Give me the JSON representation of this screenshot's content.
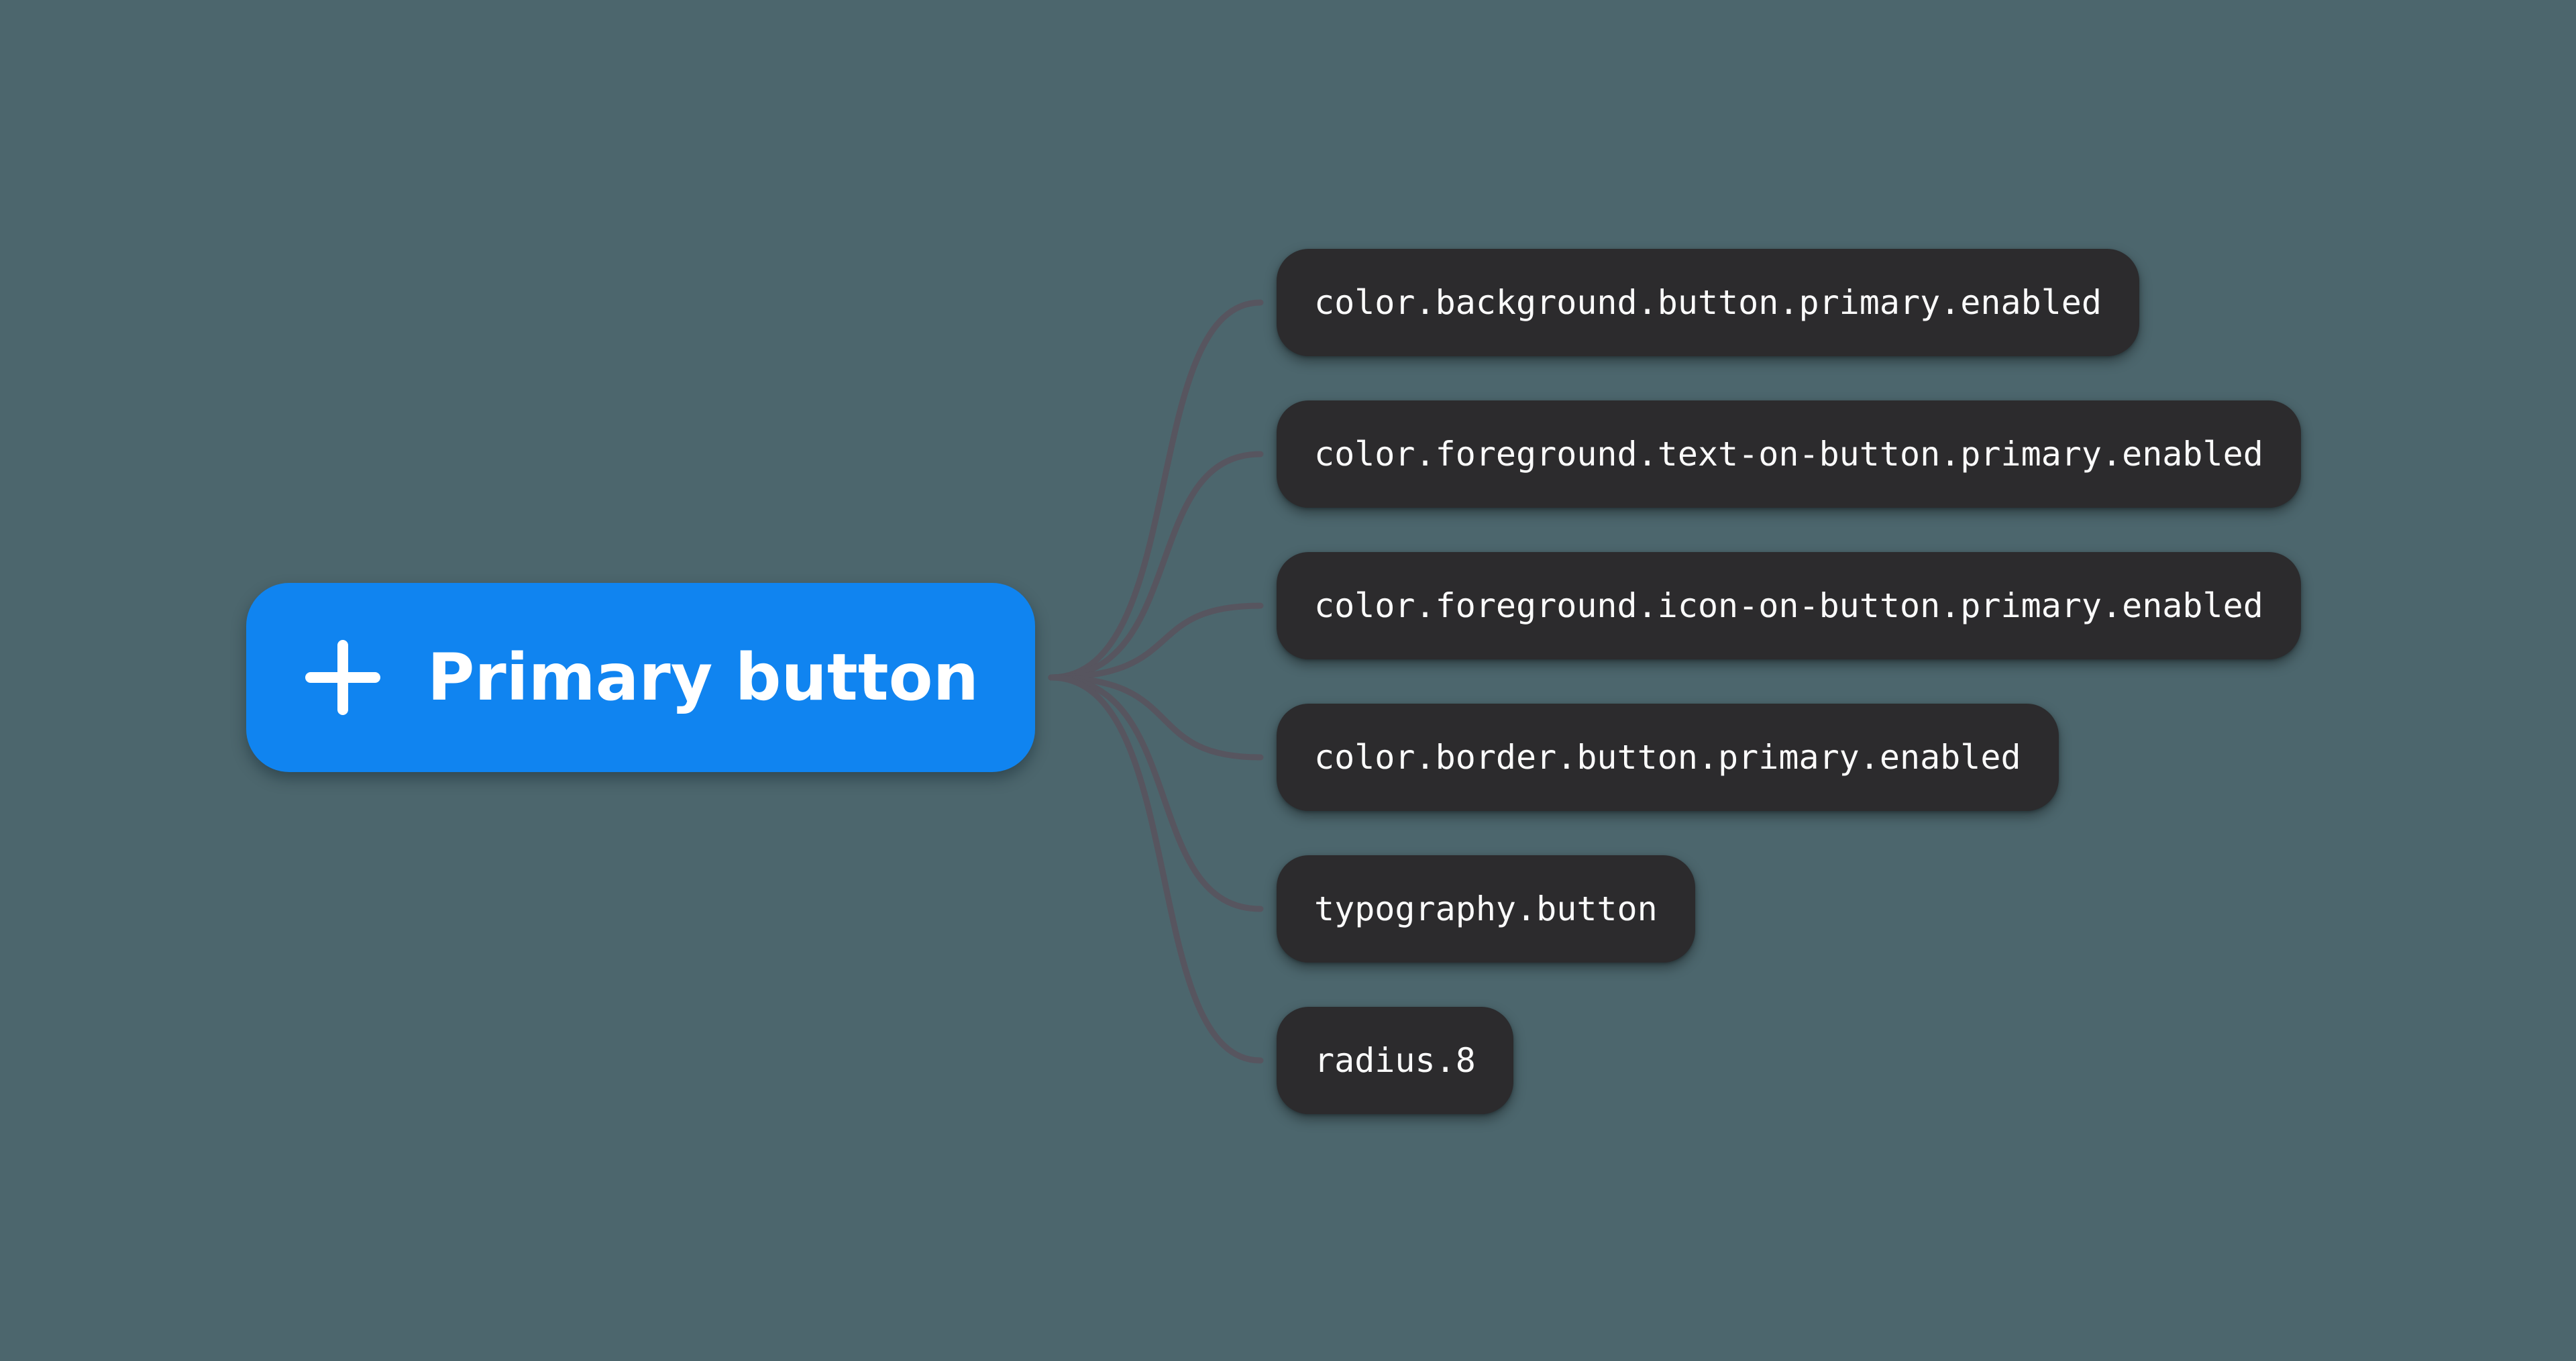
{
  "root": {
    "label": "Primary button",
    "icon": "plus-icon"
  },
  "tokens": [
    {
      "label": "color.background.button.primary.enabled"
    },
    {
      "label": "color.foreground.text-on-button.primary.enabled"
    },
    {
      "label": "color.foreground.icon-on-button.primary.enabled"
    },
    {
      "label": "color.border.button.primary.enabled"
    },
    {
      "label": "typography.button"
    },
    {
      "label": "radius.8"
    }
  ],
  "colors": {
    "bg": "#4c666d",
    "root-fill": "#1084f0",
    "root-text": "#ffffff",
    "pill-fill": "#2c2b2d",
    "pill-text": "#fafafa",
    "connector": "#57555f"
  }
}
